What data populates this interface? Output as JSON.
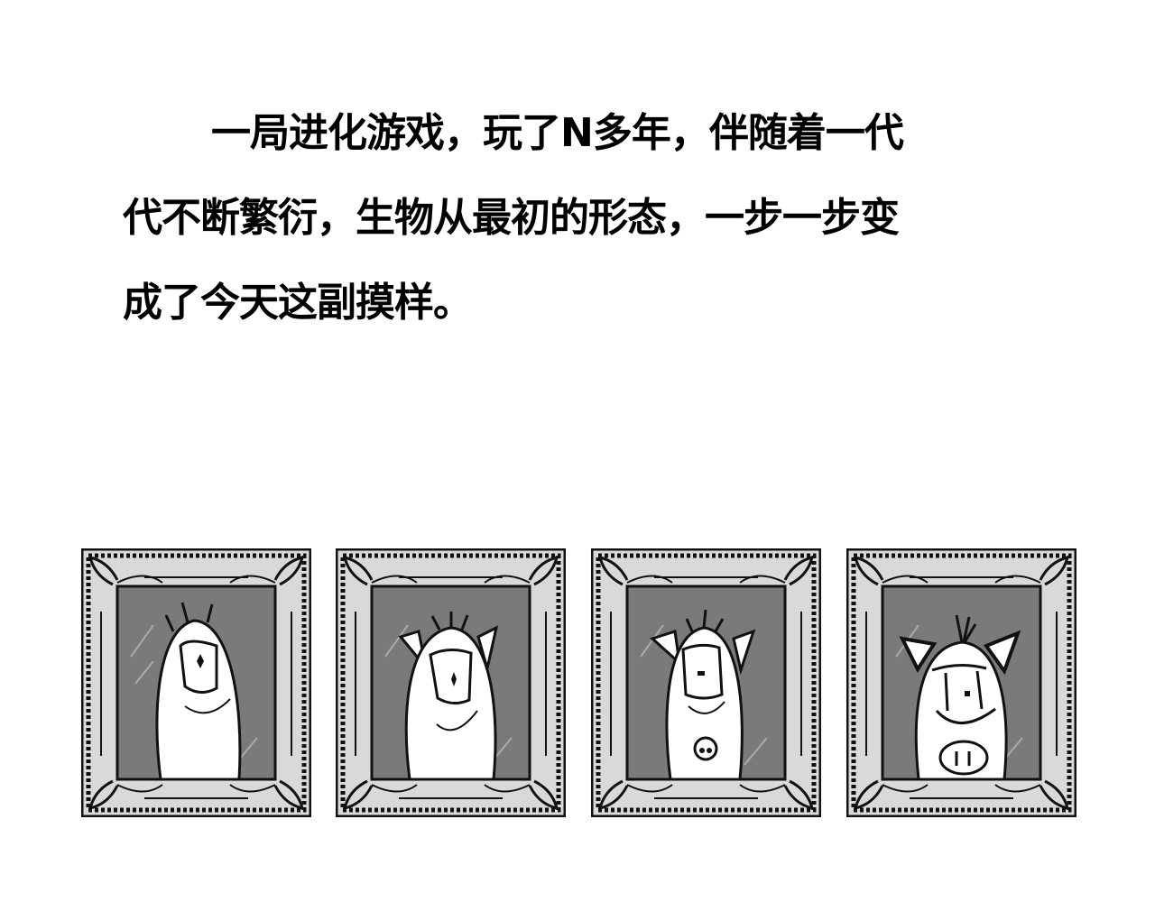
{
  "caption": {
    "lines": [
      "一局进化游戏，玩了N多年，伴随着一代",
      "代不断繁衍，生物从最初的形态，一步一步变",
      "成了今天这副摸样。"
    ]
  },
  "portraits": [
    {
      "stage": 1,
      "description": "bullet-shaped creature with one eye, antennae, smile"
    },
    {
      "stage": 2,
      "description": "creature with cat-like ears, one eye, smile"
    },
    {
      "stage": 3,
      "description": "creature with ears, one eye, smile, snout-like nose"
    },
    {
      "stage": 4,
      "description": "pig-like creature with ears, one eye, smile, pig snout"
    }
  ],
  "colors": {
    "background": "#ffffff",
    "text": "#000000",
    "frame_fill": "#d9d9d9",
    "portrait_bg": "#7a7a7a",
    "creature": "#ffffff"
  }
}
